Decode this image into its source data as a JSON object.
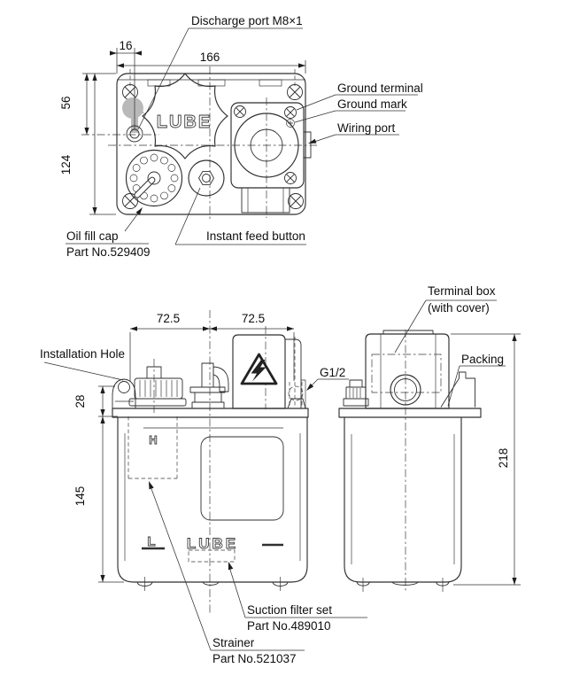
{
  "drawing": {
    "top_view": {
      "logo": "LUBE",
      "labels": {
        "discharge_port": "Discharge port M8×1",
        "ground_terminal": "Ground terminal",
        "ground_mark": "Ground mark",
        "wiring_port": "Wiring port",
        "oil_fill_cap": "Oil fill cap",
        "oil_fill_cap_part": "Part No.529409",
        "instant_feed_button": "Instant feed button"
      },
      "dimensions": {
        "discharge_offset": "16",
        "body_width": "166",
        "discharge_height": "56",
        "body_height": "124"
      }
    },
    "front_view": {
      "logo": "LUBE",
      "high_mark": "H",
      "low_mark": "L",
      "labels": {
        "installation_hole": "Installation Hole",
        "g_thread": "G1/2",
        "suction_filter": "Suction filter set",
        "suction_filter_part": "Part No.489010",
        "strainer": "Strainer",
        "strainer_part": "Part No.521037"
      },
      "dimensions": {
        "span_left": "72.5",
        "span_right": "72.5",
        "mount_height": "28",
        "tank_height": "145"
      }
    },
    "side_view": {
      "labels": {
        "terminal_box": "Terminal box",
        "terminal_box_note": "(with cover)",
        "packing": "Packing"
      },
      "dimensions": {
        "overall_height": "218"
      }
    }
  }
}
